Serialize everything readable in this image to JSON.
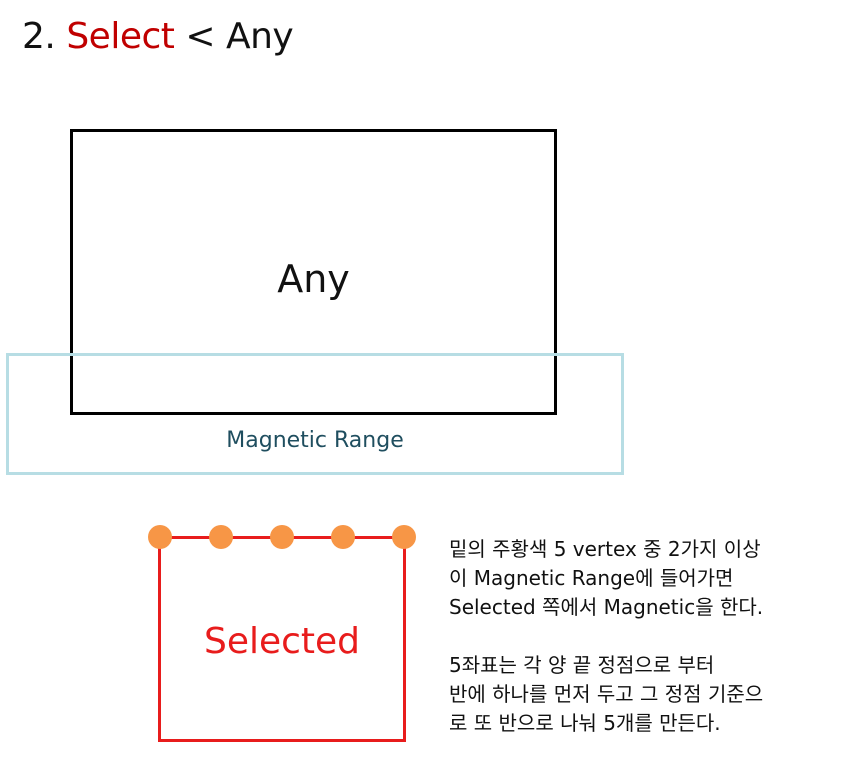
{
  "title": {
    "number": "2.",
    "selected_word": "Select",
    "operator": "<",
    "any_word": "Any"
  },
  "diagram": {
    "any_label": "Any",
    "magnetic_range_label": "Magnetic Range",
    "selected_label": "Selected",
    "vertex_count": 5,
    "colors": {
      "title_accent": "#c00000",
      "any_border": "#000000",
      "magnetic_border": "#b7dde4",
      "magnetic_text": "#1f4e5f",
      "selected": "#e81c1c",
      "vertex": "#f79646"
    }
  },
  "description": {
    "paragraph1": [
      "밑의 주황색 5 vertex 중 2가지 이상",
      "이  Magnetic Range에 들어가면",
      "Selected 쪽에서 Magnetic을 한다."
    ],
    "paragraph2": [
      "5좌표는 각 양 끝 정점으로 부터",
      "반에 하나를 먼저 두고 그 정점 기준으",
      "로 또 반으로 나눠 5개를 만든다."
    ]
  }
}
